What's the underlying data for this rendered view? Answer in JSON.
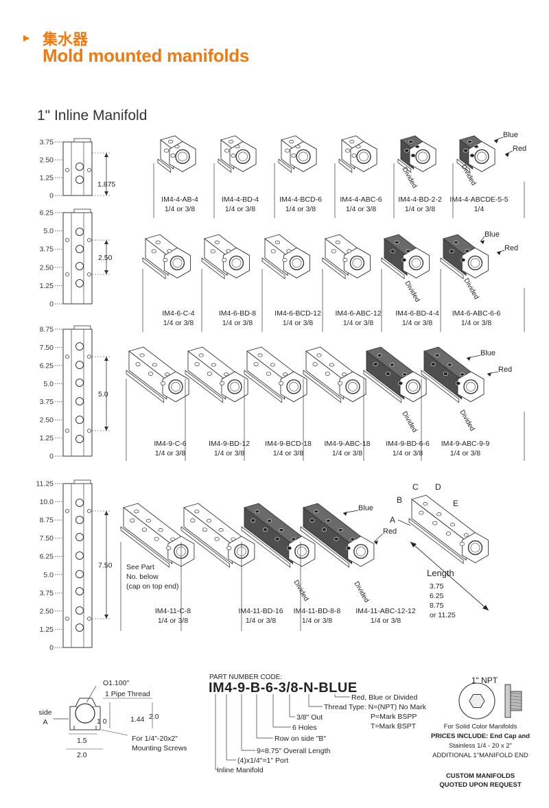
{
  "header": {
    "cn": "集水器",
    "en": "Mold mounted manifolds"
  },
  "section_title": "1\" Inline Manifold",
  "rows": [
    {
      "ruler_ticks": [
        "3.75",
        "2.50",
        "1.25",
        "0"
      ],
      "dimension": "1.875",
      "items": [
        {
          "code": "IM4-4-AB-4",
          "size": "1/4 or 3/8"
        },
        {
          "code": "IM4-4-BD-4",
          "size": "1/4 or 3/8"
        },
        {
          "code": "IM4-4-BCD-6",
          "size": "1/4 or 3/8"
        },
        {
          "code": "IM4-4-ABC-6",
          "size": "1/4 or 3/8"
        },
        {
          "code": "IM4-4-BD-2-2",
          "size": "1/4 or 3/8"
        },
        {
          "code": "IM4-4-ABCDE-5-5",
          "size": "1/4"
        }
      ]
    },
    {
      "ruler_ticks": [
        "6.25",
        "5.0",
        "3.75",
        "2.50",
        "1.25",
        "0"
      ],
      "dimension": "2.50",
      "items": [
        {
          "code": "IM4-6-C-4",
          "size": "1/4 or 3/8"
        },
        {
          "code": "IM4-6-BD-8",
          "size": "1/4 or 3/8"
        },
        {
          "code": "IM4-6-BCD-12",
          "size": "1/4 or 3/8"
        },
        {
          "code": "IM4-6-ABC-12",
          "size": "1/4 or 3/8"
        },
        {
          "code": "IM4-6-BD-4-4",
          "size": "1/4 or 3/8"
        },
        {
          "code": "IM4-6-ABC-6-6",
          "size": "1/4 or 3/8"
        }
      ]
    },
    {
      "ruler_ticks": [
        "8.75",
        "7.50",
        "6.25",
        "5.0",
        "3.75",
        "2.50",
        "1.25",
        "0"
      ],
      "dimension": "5.0",
      "items": [
        {
          "code": "IM4-9-C-6",
          "size": "1/4 or 3/8"
        },
        {
          "code": "IM4-9-BD-12",
          "size": "1/4 or 3/8"
        },
        {
          "code": "IM4-9-BCD-18",
          "size": "1/4 or 3/8"
        },
        {
          "code": "IM4-9-ABC-18",
          "size": "1/4 or 3/8"
        },
        {
          "code": "IM4-9-BD-6-6",
          "size": "1/4 or 3/8"
        },
        {
          "code": "IM4-9-ABC-9-9",
          "size": "1/4 or 3/8"
        }
      ]
    },
    {
      "ruler_ticks": [
        "11.25",
        "10.0",
        "8.75",
        "7.50",
        "6.25",
        "5.0",
        "3.75",
        "2.50",
        "1.25",
        "0"
      ],
      "dimension": "7.50",
      "items": [
        {
          "code": "IM4-11-C-8",
          "size": "1/4 or 3/8"
        },
        {
          "code": "IM4-11-BD-16",
          "size": "1/4 or 3/8"
        },
        {
          "code": "IM4-11-BD-8-8",
          "size": "1/4 or 3/8"
        },
        {
          "code": "IM4-11-ABC-12-12",
          "size": "1/4 or 3/8"
        }
      ]
    }
  ],
  "labels": {
    "blue": "Blue",
    "red": "Red",
    "divided": "Divided"
  },
  "see_part": [
    "See Part",
    "No. below",
    "(cap on top end)"
  ],
  "side_letters": [
    "A",
    "B",
    "C",
    "D",
    "E"
  ],
  "length_label": "Length",
  "length_values": [
    "3.75",
    "6.25",
    "8.75",
    "or 11.25"
  ],
  "section_drawing": {
    "diameter": "O1.100\"",
    "pipe_thread": "1 Pipe Thread",
    "side": "side",
    "side_letter": "A",
    "d10": "1 0",
    "d144": "1.44",
    "d20v": "2.0",
    "d15": "1.5",
    "d20h": "2.0",
    "screws": [
      "For 1/4\"-20x2\"",
      "Mounting Screws"
    ]
  },
  "part_code": {
    "heading": "PART NUMBER CODE:",
    "code": "IM4-9-B-6-3/8-N-BLUE",
    "legend": [
      "Red, Blue or Divided",
      "Thread Type: N=(NPT) No Mark",
      "P=Mark BSPP",
      "T=Mark BSPT",
      "3/8\" Out",
      "6 Holes",
      "Row on side \"B\"",
      "9=8.75\" Overall Length",
      "(4)x1/4\"=1\" Port",
      "Inline Manifold"
    ]
  },
  "npt": {
    "title": "1\" NPT",
    "notes": [
      "For Solid Color Manifolds",
      "PRICES INCLUDE: End Cap and",
      "Stainless 1/4 - 20 x 2\"",
      "ADDITIONAL 1\"MANIFOLD END"
    ],
    "custom": [
      "CUSTOM MANIFOLDS",
      "QUOTED UPON REQUEST"
    ]
  },
  "colors": {
    "accent": "#f07a10",
    "dark_manifold": "#555555",
    "line": "#333333"
  }
}
